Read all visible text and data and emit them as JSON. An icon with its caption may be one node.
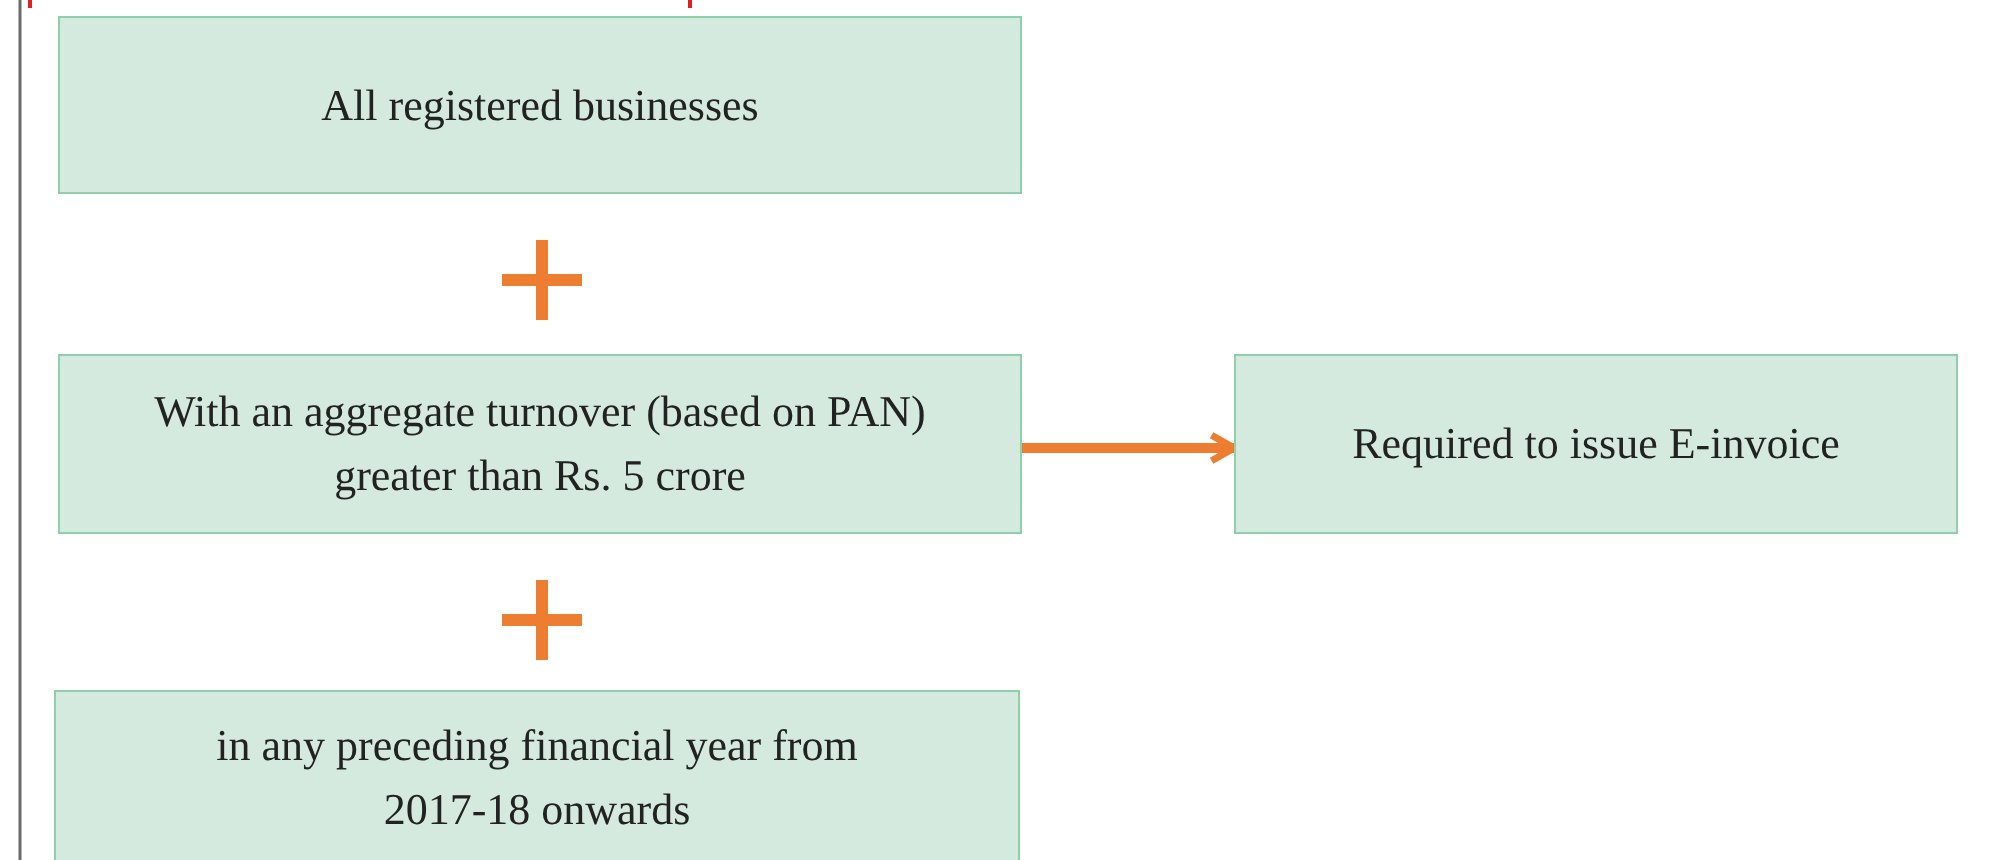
{
  "diagram": {
    "nodes": [
      {
        "text": [
          "All registered businesses"
        ]
      },
      {
        "text": [
          "With an aggregate turnover (based on PAN) greater than Rs. 5 crore"
        ]
      },
      {
        "text": [
          "Required to issue E-invoice"
        ]
      },
      {
        "text": [
          "in any preceding financial year from 2017-18 onwards"
        ]
      }
    ],
    "edges": [
      {
        "from": 1,
        "to": 2,
        "arrow": "to"
      }
    ]
  }
}
